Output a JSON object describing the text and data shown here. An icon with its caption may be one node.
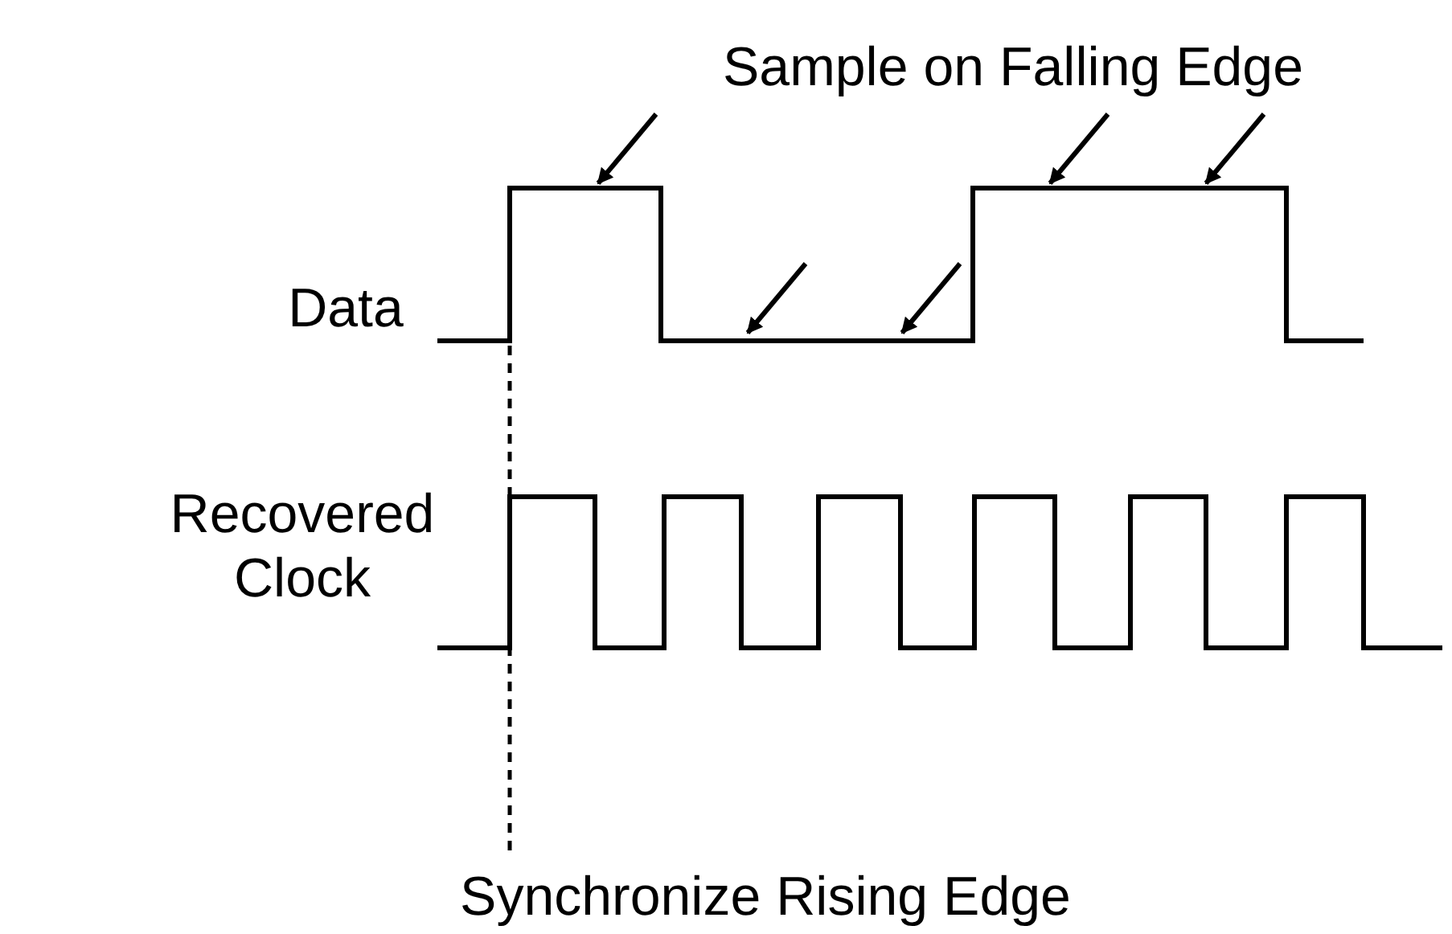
{
  "diagram": {
    "labels": [
      "Sample on Falling Edge",
      "Data",
      "Recovered Clock",
      "Synchronize Rising Edge"
    ]
  }
}
